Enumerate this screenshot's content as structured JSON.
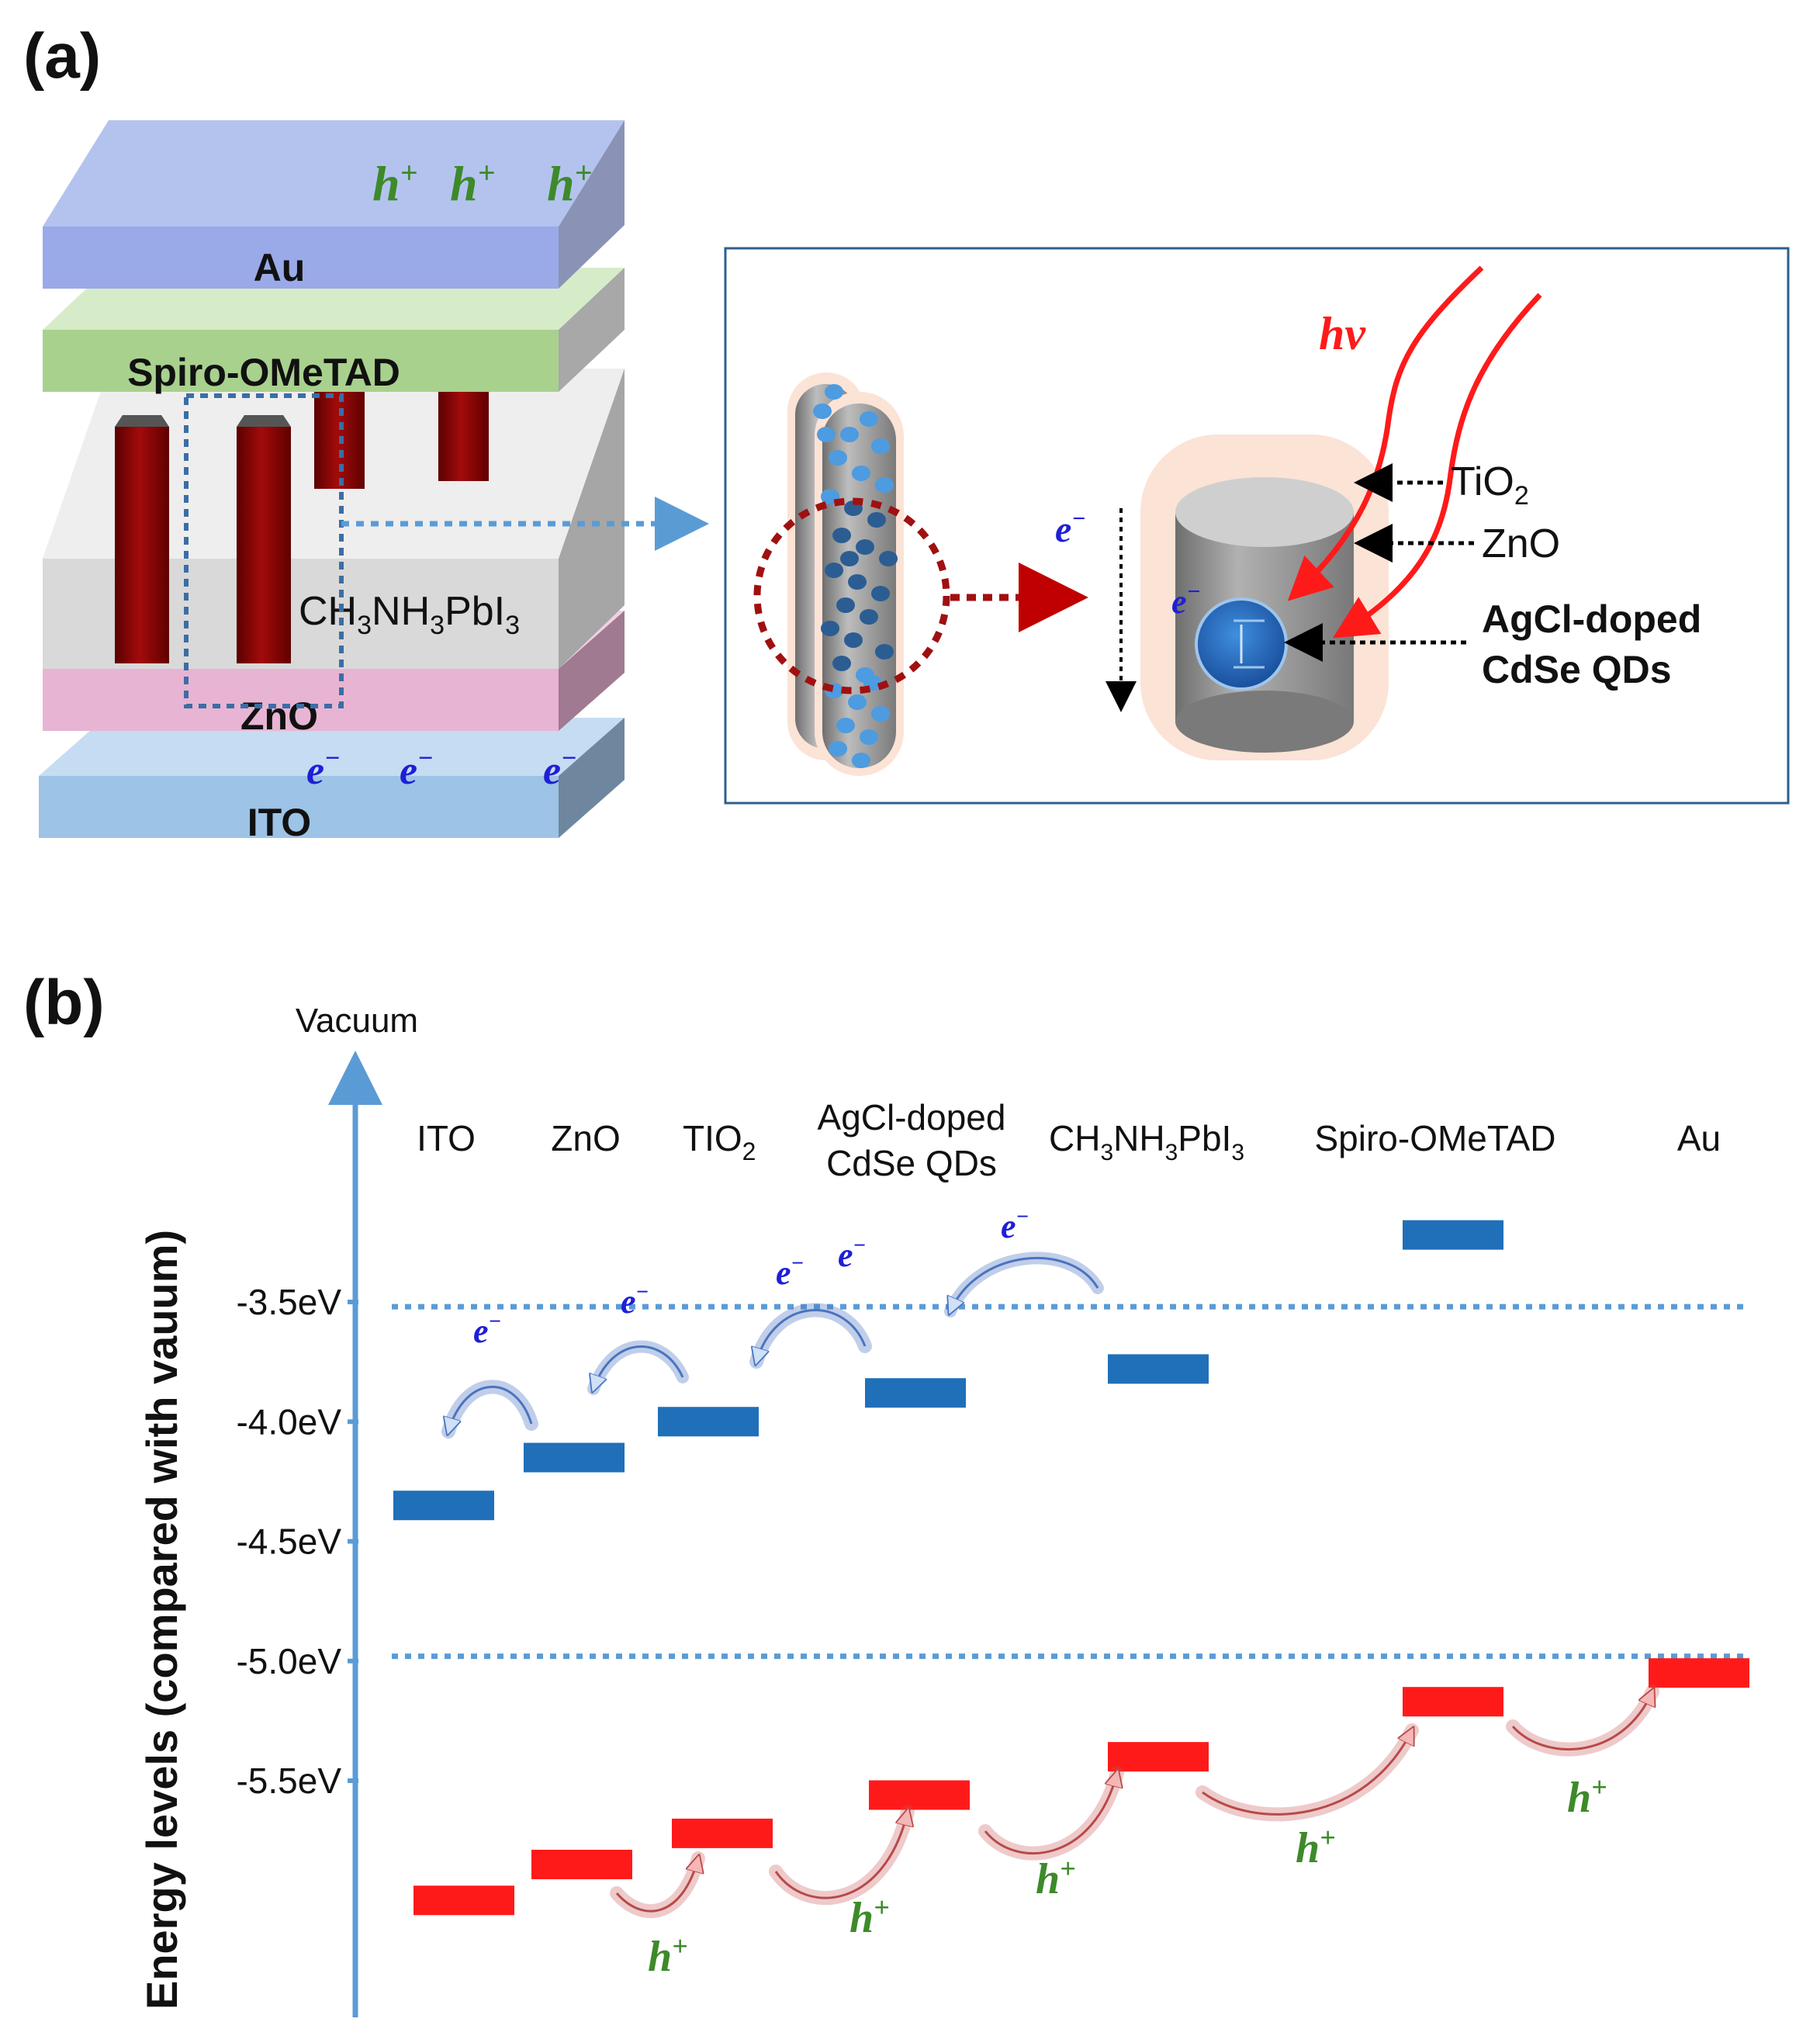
{
  "panel_a": {
    "panel_label": "(a)",
    "layers": {
      "au": "Au",
      "spiro": "Spiro-OMeTAD",
      "perovskite_main": "CH",
      "perovskite_sub1": "3",
      "perovskite_mid": "NH",
      "perovskite_sub2": "3",
      "perovskite_end": "PbI",
      "perovskite_sub3": "3",
      "zno": "ZnO",
      "ito": "ITO"
    },
    "hole": "h",
    "hole_sup": "+",
    "electron": "e",
    "electron_sup": "−",
    "inset": {
      "light": "hν",
      "tio2": "TiO",
      "tio2_sub": "2",
      "zno": "ZnO",
      "qd_line1": "AgCl-doped",
      "qd_line2": "CdSe  QDs"
    }
  },
  "panel_b": {
    "panel_label": "(b)",
    "y_axis_label": "Energy levels (compared with vauum)",
    "top_label": "Vacuum",
    "ticks": [
      "-3.5eV",
      "-4.0eV",
      "-4.5eV",
      "-5.0eV",
      "-5.5eV"
    ],
    "columns": {
      "ito": "ITO",
      "zno": "ZnO",
      "tio2": "TIO",
      "tio2_sub": "2",
      "qd_line1": "AgCl-doped",
      "qd_line2": "CdSe  QDs",
      "pero_ch": "CH",
      "pero_s1": "3",
      "pero_nh": "NH",
      "pero_s2": "3",
      "pero_pbi": "PbI",
      "pero_s3": "3",
      "spiro": "Spiro-OMeTAD",
      "au": "Au"
    }
  },
  "chart_data": {
    "type": "energy-level-diagram",
    "ylabel": "Energy levels (compared with vauum)",
    "ylim": [
      -6.4,
      -2.5
    ],
    "yticks": [
      -3.5,
      -4.0,
      -4.5,
      -5.0,
      -5.5
    ],
    "reference_lines": [
      -3.52,
      -4.98
    ],
    "materials": [
      "ITO",
      "ZnO",
      "TIO2",
      "AgCl-doped CdSe QDs",
      "CH3NH3PbI3",
      "Spiro-OMeTAD",
      "Au"
    ],
    "conduction_band": [
      {
        "material": "ITO",
        "value": -4.35
      },
      {
        "material": "ZnO",
        "value": -4.15
      },
      {
        "material": "TIO2",
        "value": -4.0
      },
      {
        "material": "AgCl-doped CdSe QDs",
        "value": -3.88
      },
      {
        "material": "CH3NH3PbI3",
        "value": -3.78
      },
      {
        "material": "Spiro-OMeTAD",
        "value": -3.22
      }
    ],
    "valence_band": [
      {
        "material": "ITO",
        "value": -6.0
      },
      {
        "material": "ZnO",
        "value": -5.85
      },
      {
        "material": "TIO2",
        "value": -5.72
      },
      {
        "material": "AgCl-doped CdSe QDs",
        "value": -5.56
      },
      {
        "material": "CH3NH3PbI3",
        "value": -5.4
      },
      {
        "material": "Spiro-OMeTAD",
        "value": -5.17
      },
      {
        "material": "Au",
        "value": -5.05
      }
    ],
    "colors": {
      "conduction": "#1f6fb9",
      "valence": "#ff1a1a",
      "axis": "#5b9bd5",
      "hole_text": "#3d8a2a",
      "electron_text": "#1f1fd6"
    }
  }
}
